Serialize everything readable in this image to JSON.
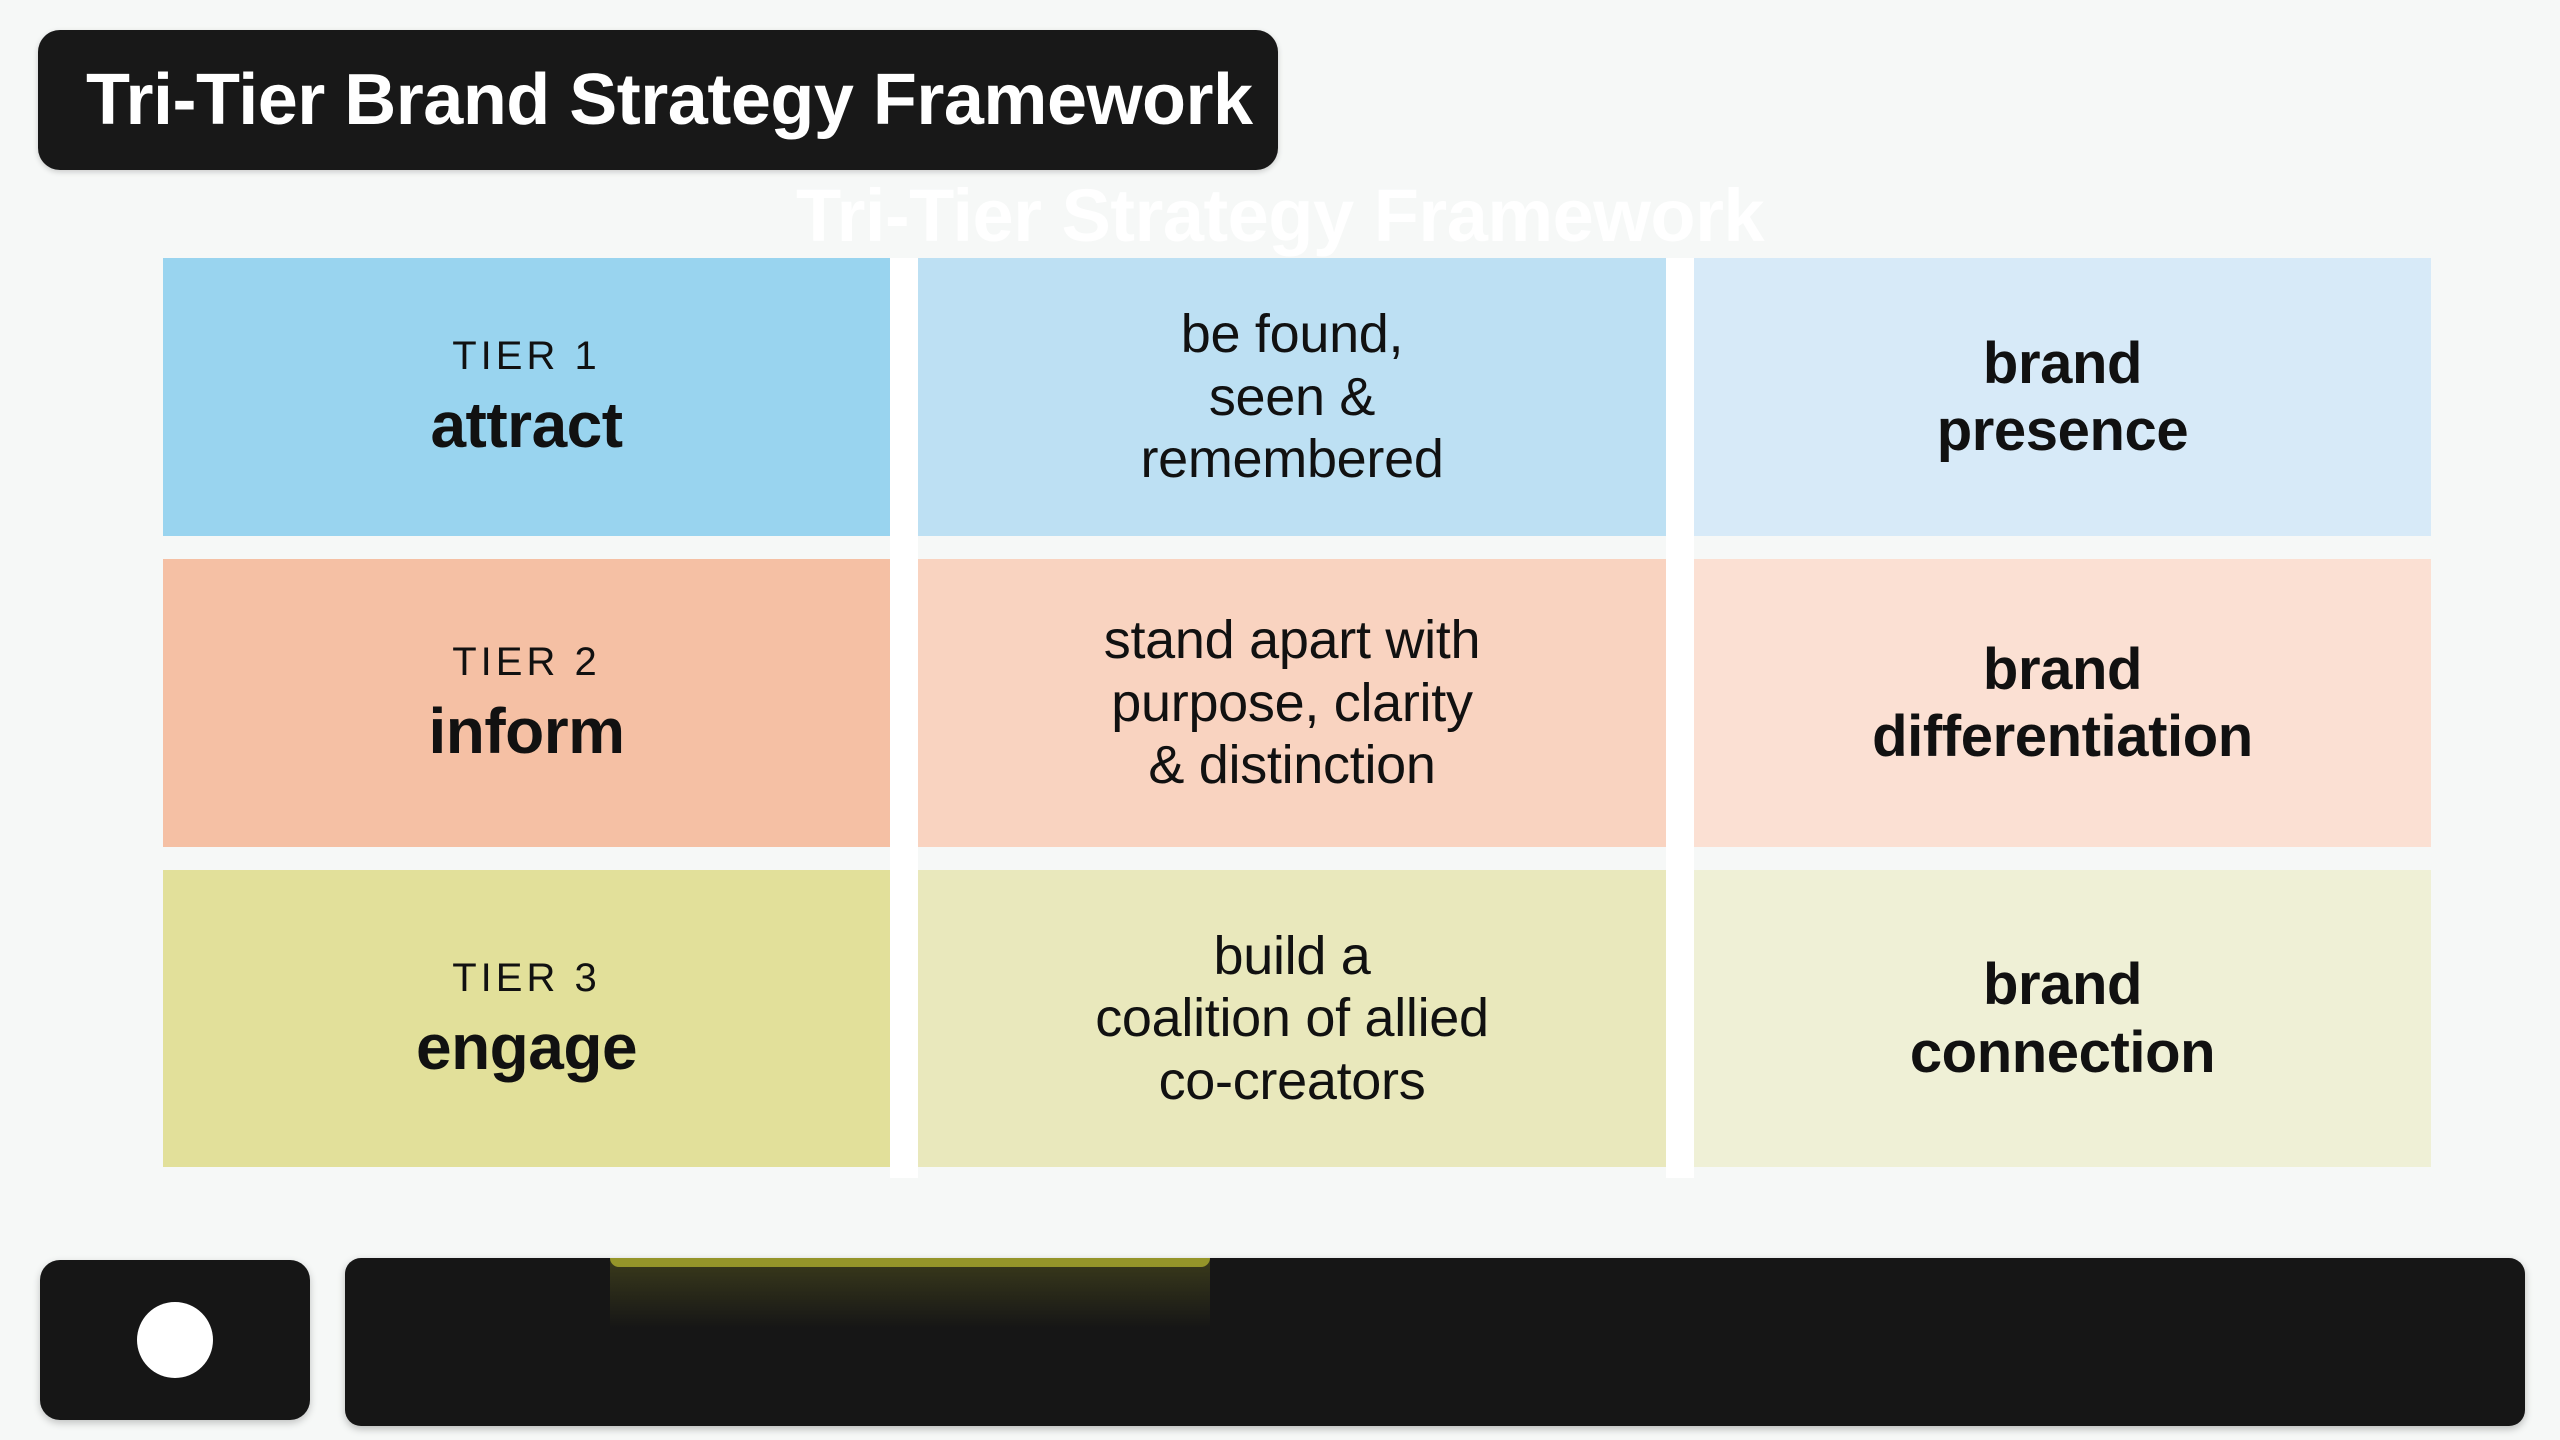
{
  "title_chip": {
    "label": "Tri-Tier Brand Strategy Framework"
  },
  "ghost_heading": {
    "label": "Tri-Tier Strategy Framework"
  },
  "colors": {
    "page_background": "#f6f8f7",
    "chip_dark": "#181818",
    "tier1_col1": "#99d4ef",
    "tier1_col2": "#bde0f3",
    "tier1_col3": "#d7eaf8",
    "tier2_col1": "#f5c0a4",
    "tier2_col2": "#f9d3c0",
    "tier2_col3": "#fbe0d3",
    "tier3_col1": "#e2e09a",
    "tier3_col2": "#e9e8bc",
    "tier3_col3": "#eff0d6",
    "accent_olive": "#9a9a2a",
    "text": "#111111"
  },
  "grid": {
    "rows": [
      {
        "eyebrow": "TIER 1",
        "word": "attract",
        "description": "be found,\nseen &\nremembered",
        "outcome": "brand\npresence",
        "col1_bg": "#99d4ef",
        "col2_bg": "#bde0f3",
        "col3_bg": "#d7eaf8"
      },
      {
        "eyebrow": "TIER 2",
        "word": "inform",
        "description": "stand apart with\npurpose, clarity\n& distinction",
        "outcome": "brand\ndifferentiation",
        "col1_bg": "#f5c0a4",
        "col2_bg": "#f9d3c0",
        "col3_bg": "#fbe0d3"
      },
      {
        "eyebrow": "TIER 3",
        "word": "engage",
        "description": "build a\ncoalition of allied\nco-creators",
        "outcome": "brand\nconnection",
        "col1_bg": "#e2e09a",
        "col2_bg": "#e9e8bc",
        "col3_bg": "#eff0d6"
      }
    ]
  },
  "bottom_controls": {
    "record_button": {
      "icon": "record-circle-icon"
    },
    "toolbar": {
      "accent_color": "#9a9a2a"
    }
  }
}
